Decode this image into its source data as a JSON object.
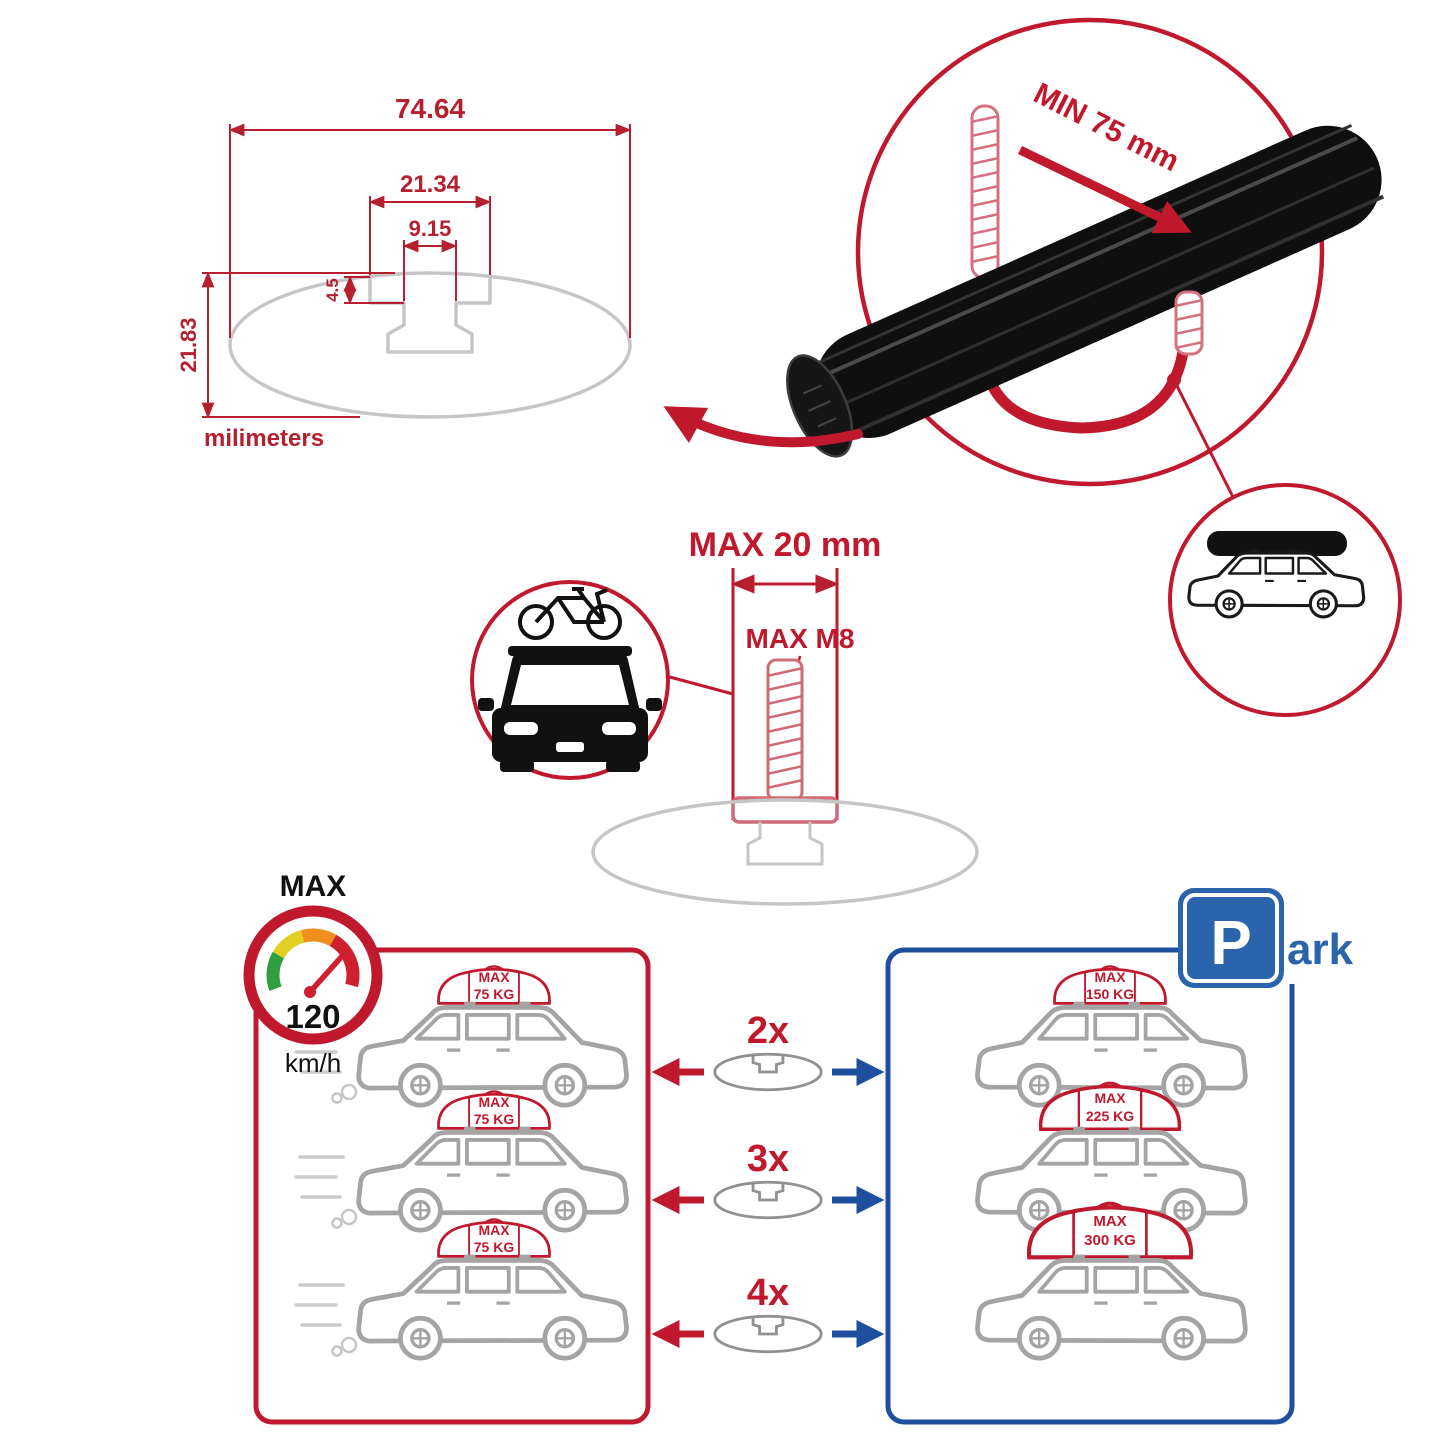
{
  "colors": {
    "accent_red": "#c0182c",
    "accent_blue": "#1e4f9e",
    "profile_gray": "#c6c6c6",
    "car_gray": "#a4a4a4",
    "bar_black": "#111111",
    "bolt_pink": "#cf6b77"
  },
  "profile_dimensions": {
    "total_width": "74.64",
    "slot_outer_width": "21.34",
    "slot_inner_width": "9.15",
    "lip_depth": "4.5",
    "total_height": "21.83",
    "unit": "milimeters"
  },
  "clamp_note": {
    "min_clearance": "MIN 75 mm"
  },
  "bolt_note": {
    "max_length": "MAX 20 mm",
    "max_thread": "MAX M8"
  },
  "speed_limit": {
    "label": "MAX",
    "value": "120",
    "unit": "km/h"
  },
  "park_sign": {
    "letter": "P",
    "suffix": "ark"
  },
  "capacity_rows": [
    {
      "multiplier": "2x",
      "driving": {
        "label": "MAX",
        "weight": "75 KG"
      },
      "parked": {
        "label": "MAX",
        "weight": "150 KG"
      }
    },
    {
      "multiplier": "3x",
      "driving": {
        "label": "MAX",
        "weight": "75 KG"
      },
      "parked": {
        "label": "MAX",
        "weight": "225 KG"
      }
    },
    {
      "multiplier": "4x",
      "driving": {
        "label": "MAX",
        "weight": "75 KG"
      },
      "parked": {
        "label": "MAX",
        "weight": "300 KG"
      }
    }
  ],
  "icons": {
    "speedometer": "gauge-with-needle",
    "car_side_with_roof_box": "suv-silhouette",
    "car_front_with_bike": "car-front-bicycle",
    "crossbar_profile": "ellipse-t-slot",
    "u_clamp": "threaded-u-bolt",
    "mount_bolt": "threaded-stud",
    "parking_sign": "blue-square-P"
  }
}
